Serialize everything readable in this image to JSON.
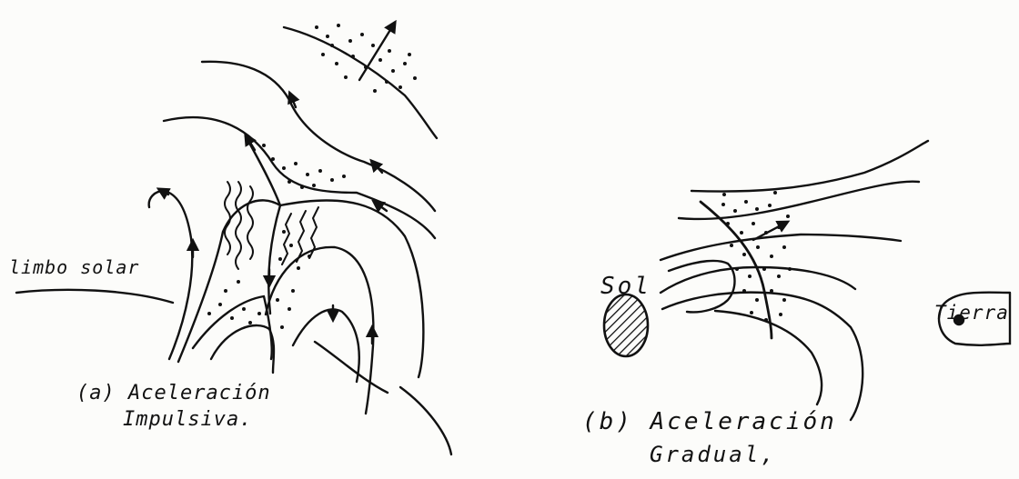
{
  "panel_a": {
    "label_limb": "limbo solar",
    "caption_line1": "(a) Aceleración",
    "caption_line2": "Impulsiva."
  },
  "panel_b": {
    "label_sun": "Sol",
    "label_earth": "Tierra",
    "caption_line1": "(b) Aceleración",
    "caption_line2": "Gradual,"
  },
  "colors": {
    "ink": "#111111",
    "paper": "#fcfcfa"
  }
}
